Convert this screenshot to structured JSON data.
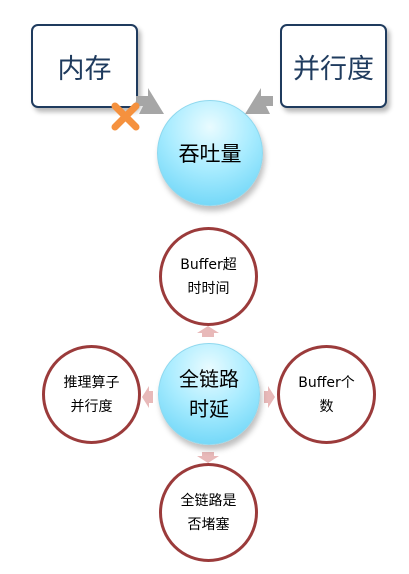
{
  "top": {
    "memory_label": "内存",
    "parallelism_label": "并行度",
    "throughput_label": "吞吐量"
  },
  "cycle": {
    "center_line1": "全链路",
    "center_line2": "时延",
    "buffer_timeout_line1": "Buffer超",
    "buffer_timeout_line2": "时时间",
    "buffer_count_line1": "Buffer个",
    "buffer_count_line2": "数",
    "blocking_line1": "全链路是",
    "blocking_line2": "否堵塞",
    "operator_parallelism_line1": "推理算子",
    "operator_parallelism_line2": "并行度"
  },
  "colors": {
    "box_border": "#1f3b5e",
    "ring_border": "#9b3b3b",
    "arrow_gray": "#a6a6a6",
    "arrow_pink": "#e8b9b9",
    "cross_orange": "#f5913e"
  }
}
